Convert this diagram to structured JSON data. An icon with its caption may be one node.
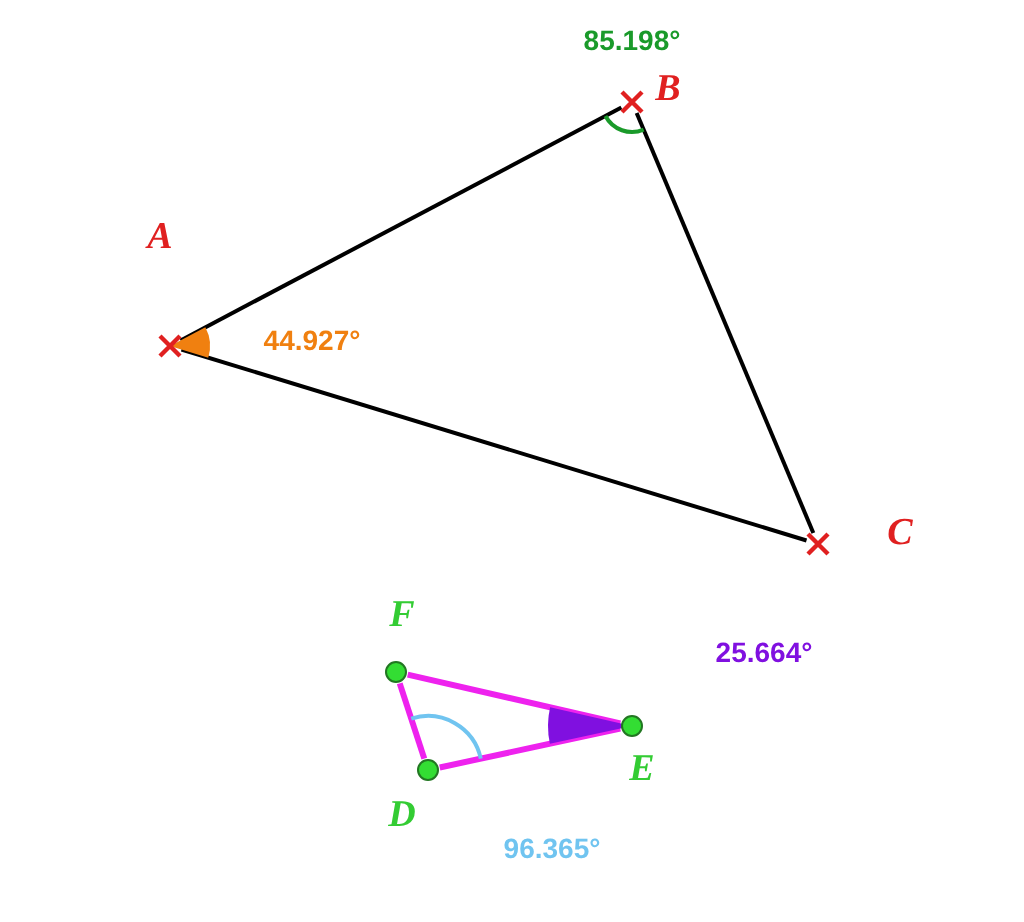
{
  "diagram": {
    "nodes": [
      {
        "text": [
          "A"
        ]
      },
      {
        "text": [
          "B"
        ]
      },
      {
        "text": [
          "C"
        ]
      },
      {
        "text": [
          "F"
        ]
      },
      {
        "text": [
          "E"
        ]
      },
      {
        "text": [
          "D"
        ]
      }
    ],
    "edges": [
      {
        "from": 0,
        "to": 1,
        "arrow": "none"
      },
      {
        "from": 1,
        "to": 2,
        "arrow": "none"
      },
      {
        "from": 2,
        "to": 0,
        "arrow": "none"
      },
      {
        "from": 3,
        "to": 4,
        "arrow": "none",
        "color": "#ee22ee"
      },
      {
        "from": 4,
        "to": 5,
        "arrow": "none",
        "color": "#ee22ee"
      },
      {
        "from": 5,
        "to": 3,
        "arrow": "none",
        "color": "#ee22ee"
      }
    ],
    "labels": [
      "85.198°",
      "44.927°",
      "25.664°",
      "96.365°"
    ]
  }
}
